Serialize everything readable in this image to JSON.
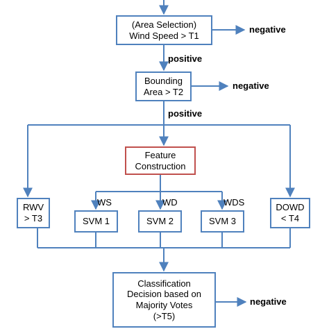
{
  "nodes": {
    "area_selection": "(Area Selection)\nWind Speed > T1",
    "bounding_area": "Bounding\nArea > T2",
    "feature_construction": "Feature\nConstruction",
    "rwv": "RWV\n> T3",
    "svm1": "SVM 1",
    "svm2": "SVM 2",
    "svm3": "SVM 3",
    "dowd": "DOWD\n< T4",
    "classification": "Classification\nDecision based on\nMajority Votes\n(>T5)"
  },
  "edge_labels": {
    "negative_1": "negative",
    "positive_1": "positive",
    "negative_2": "negative",
    "positive_2": "positive",
    "ws": "WS",
    "wd": "WD",
    "wds": "WDS",
    "negative_3": "negative"
  },
  "colors": {
    "line": "#4f81bd",
    "highlight": "#c0504d"
  }
}
